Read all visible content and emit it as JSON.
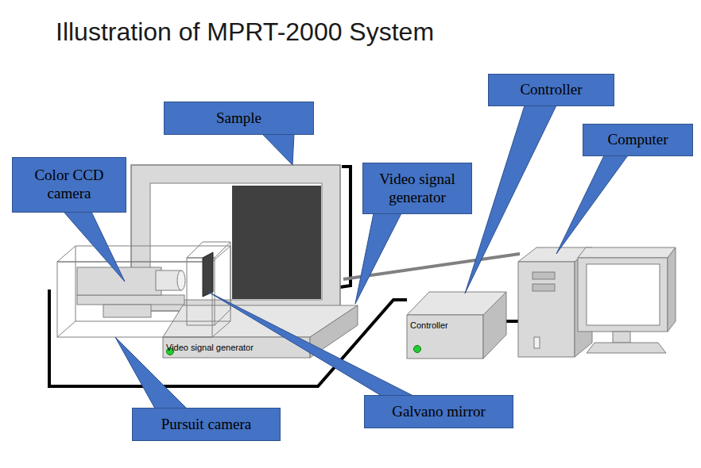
{
  "diagram": {
    "title": "Illustration of MPRT-2000 System",
    "nodes": [
      {
        "text": [
          "Sample"
        ]
      },
      {
        "text": [
          "Color CCD camera"
        ]
      },
      {
        "text": [
          "Video signal generator"
        ]
      },
      {
        "text": [
          "Controller"
        ]
      },
      {
        "text": [
          "Computer"
        ]
      },
      {
        "text": [
          "Pursuit camera"
        ]
      },
      {
        "text": [
          "Galvano mirror"
        ]
      },
      {
        "text": [
          "Video signal generator"
        ]
      },
      {
        "text": [
          "Controller"
        ]
      }
    ]
  }
}
